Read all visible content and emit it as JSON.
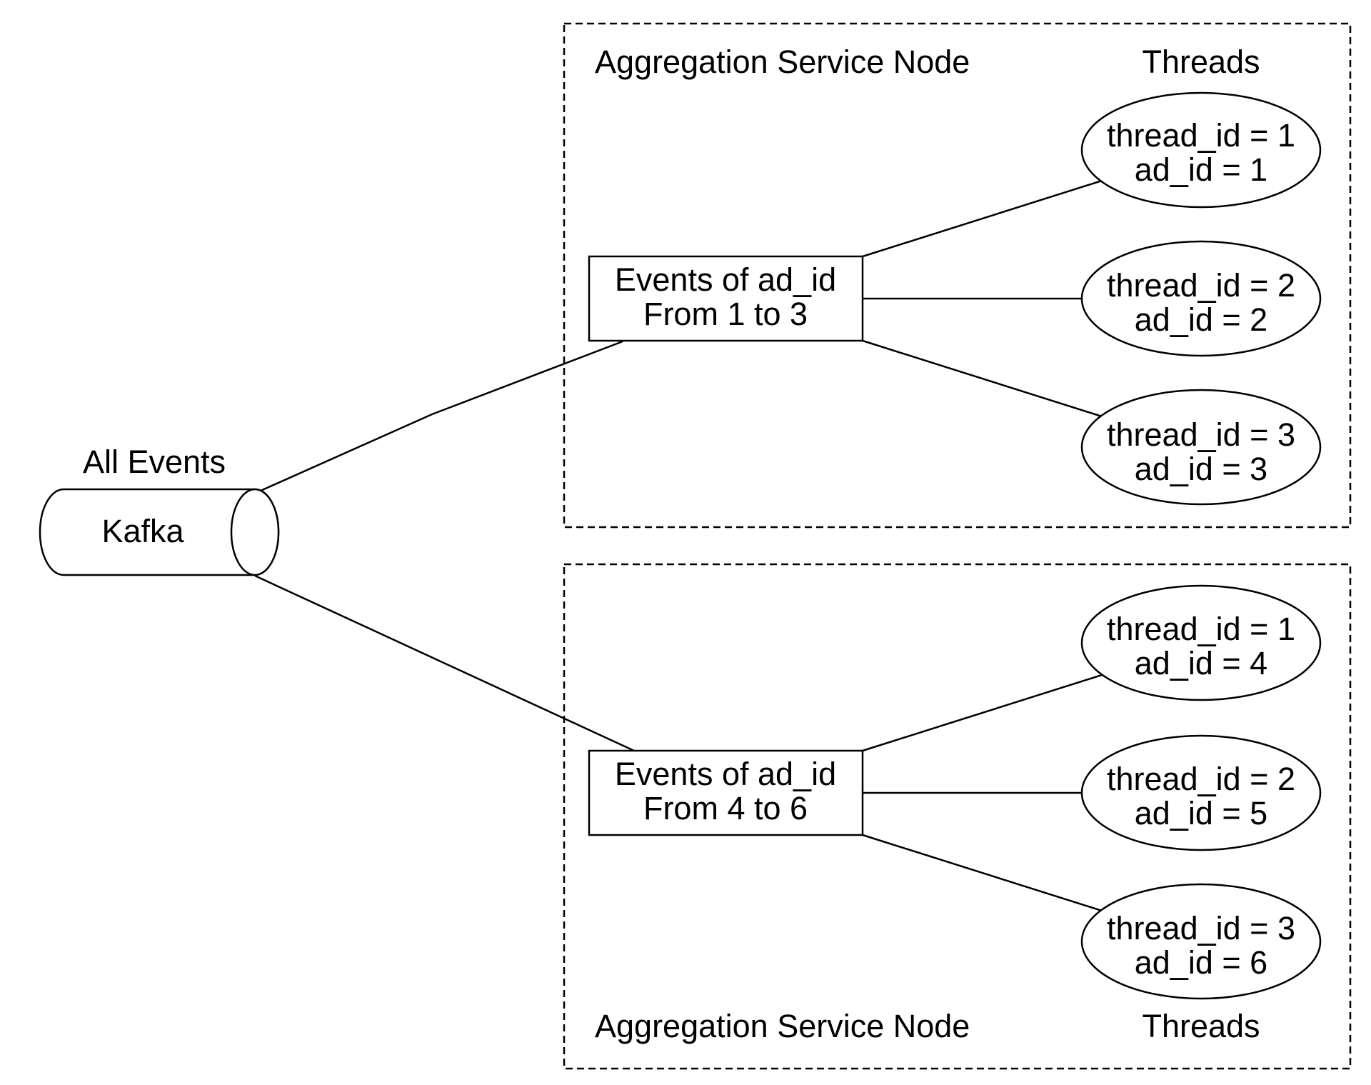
{
  "source": {
    "title": "All Events",
    "label": "Kafka"
  },
  "nodes": [
    {
      "title": "Aggregation Service Node",
      "threads_label": "Threads",
      "partition": {
        "line1": "Events of ad_id",
        "line2": "From 1 to 3"
      },
      "threads": [
        {
          "line1": "thread_id = 1",
          "line2": "ad_id = 1"
        },
        {
          "line1": "thread_id = 2",
          "line2": "ad_id = 2"
        },
        {
          "line1": "thread_id = 3",
          "line2": "ad_id = 3"
        }
      ]
    },
    {
      "title": "Aggregation Service Node",
      "threads_label": "Threads",
      "partition": {
        "line1": "Events of ad_id",
        "line2": "From 4 to 6"
      },
      "threads": [
        {
          "line1": "thread_id = 1",
          "line2": "ad_id = 4"
        },
        {
          "line1": "thread_id = 2",
          "line2": "ad_id = 5"
        },
        {
          "line1": "thread_id = 3",
          "line2": "ad_id = 6"
        }
      ]
    }
  ]
}
